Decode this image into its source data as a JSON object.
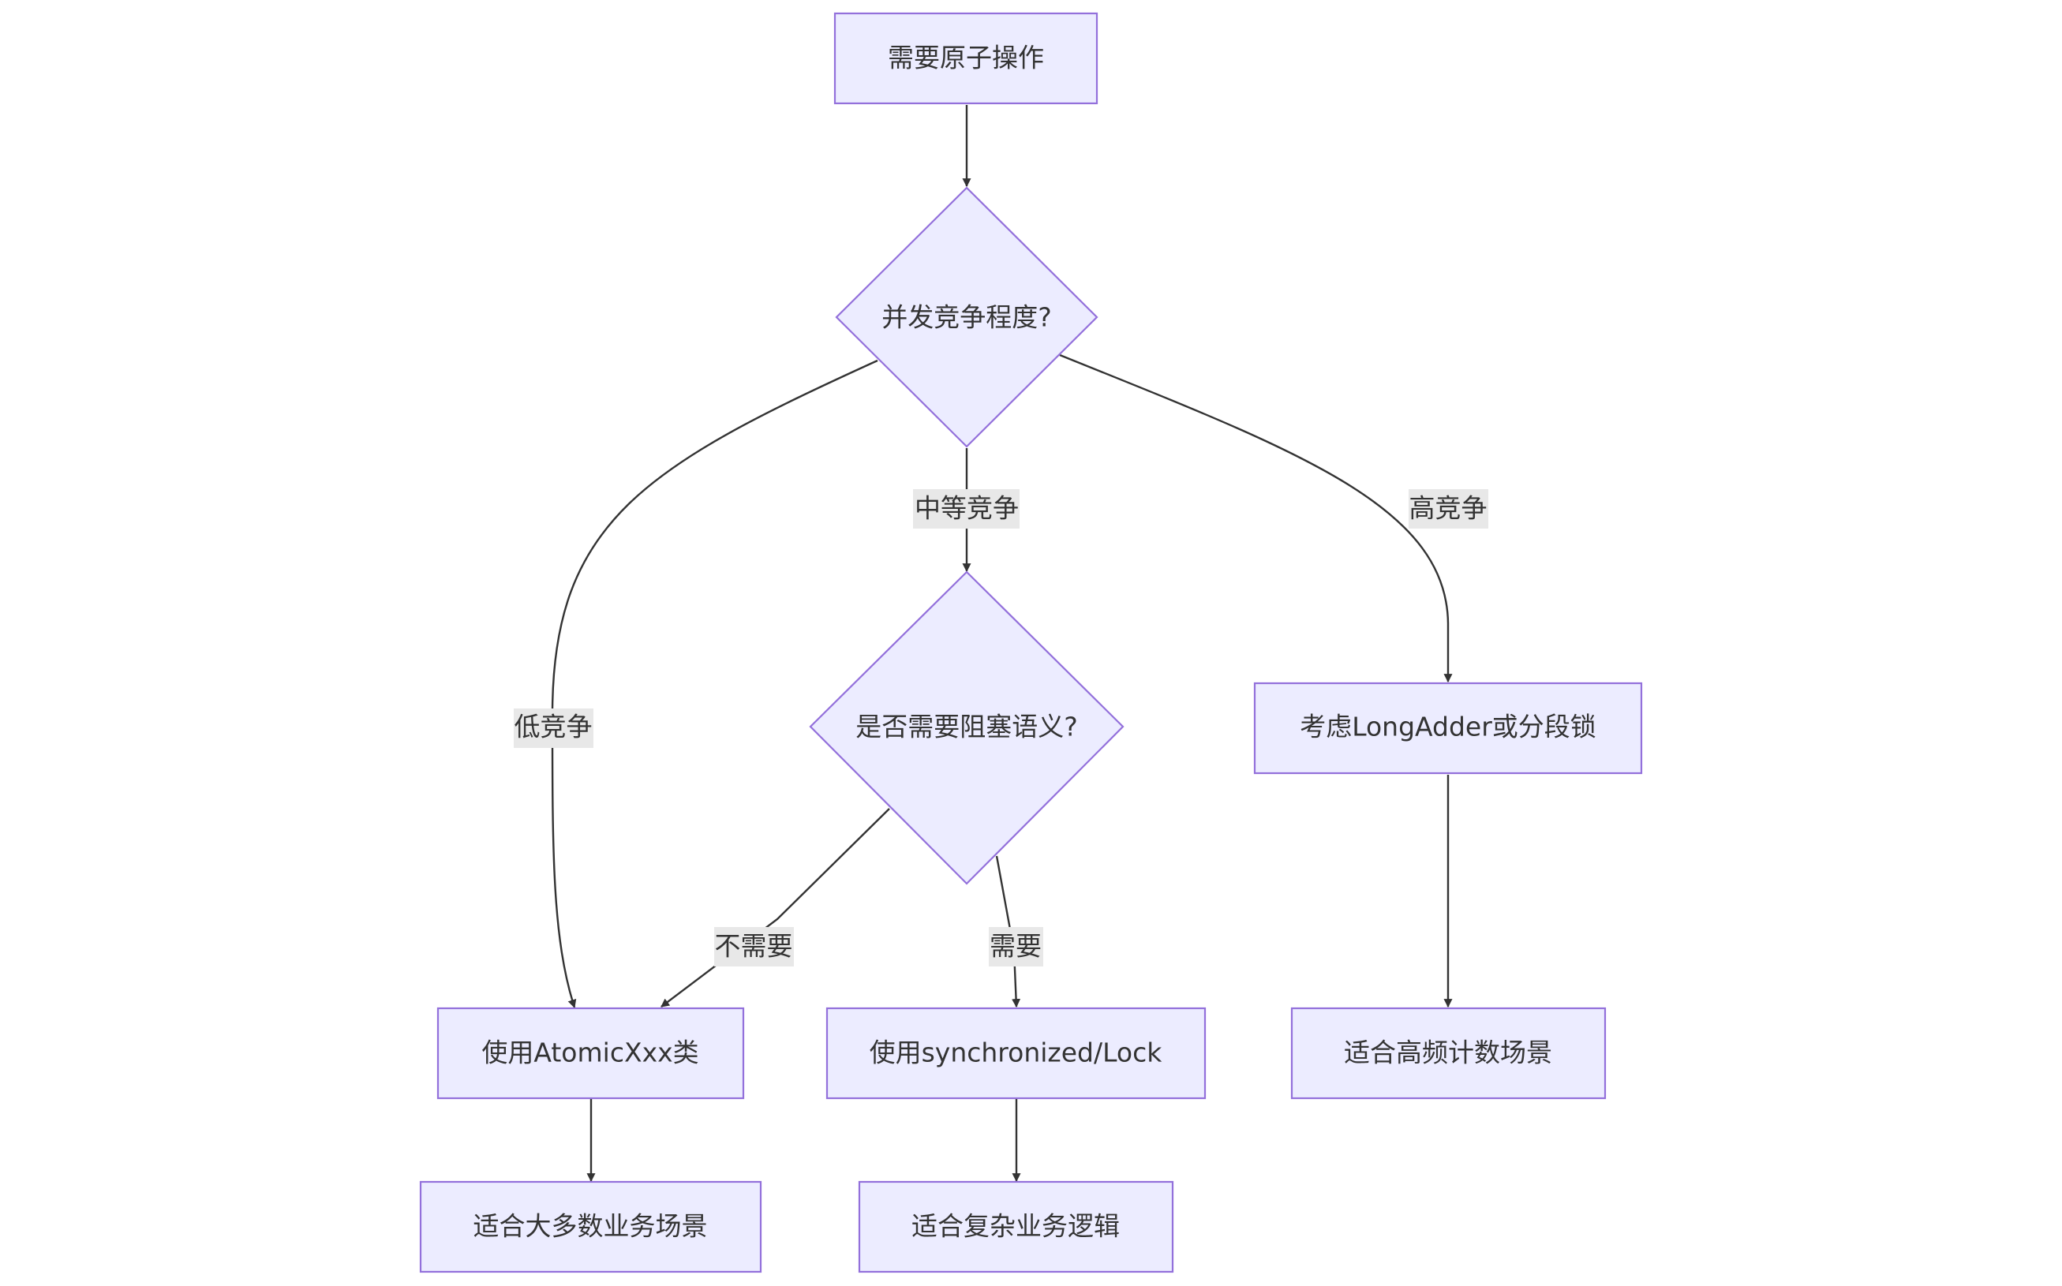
{
  "nodes": {
    "need_atomic": "需要原子操作",
    "contention_level": "并发竞争程度?",
    "need_blocking": "是否需要阻塞语义?",
    "longadder": "考虑LongAdder或分段锁",
    "use_atomic": "使用AtomicXxx类",
    "use_sync": "使用synchronized/Lock",
    "high_freq": "适合高频计数场景",
    "most_business": "适合大多数业务场景",
    "complex_logic": "适合复杂业务逻辑"
  },
  "edges": {
    "low": "低竞争",
    "medium": "中等竞争",
    "high": "高竞争",
    "not_needed": "不需要",
    "needed": "需要"
  },
  "colors": {
    "node_fill": "#ECECFF",
    "node_stroke": "#9370DB",
    "edge": "#333333",
    "label_bg": "#E8E8E8",
    "text": "#333333"
  }
}
